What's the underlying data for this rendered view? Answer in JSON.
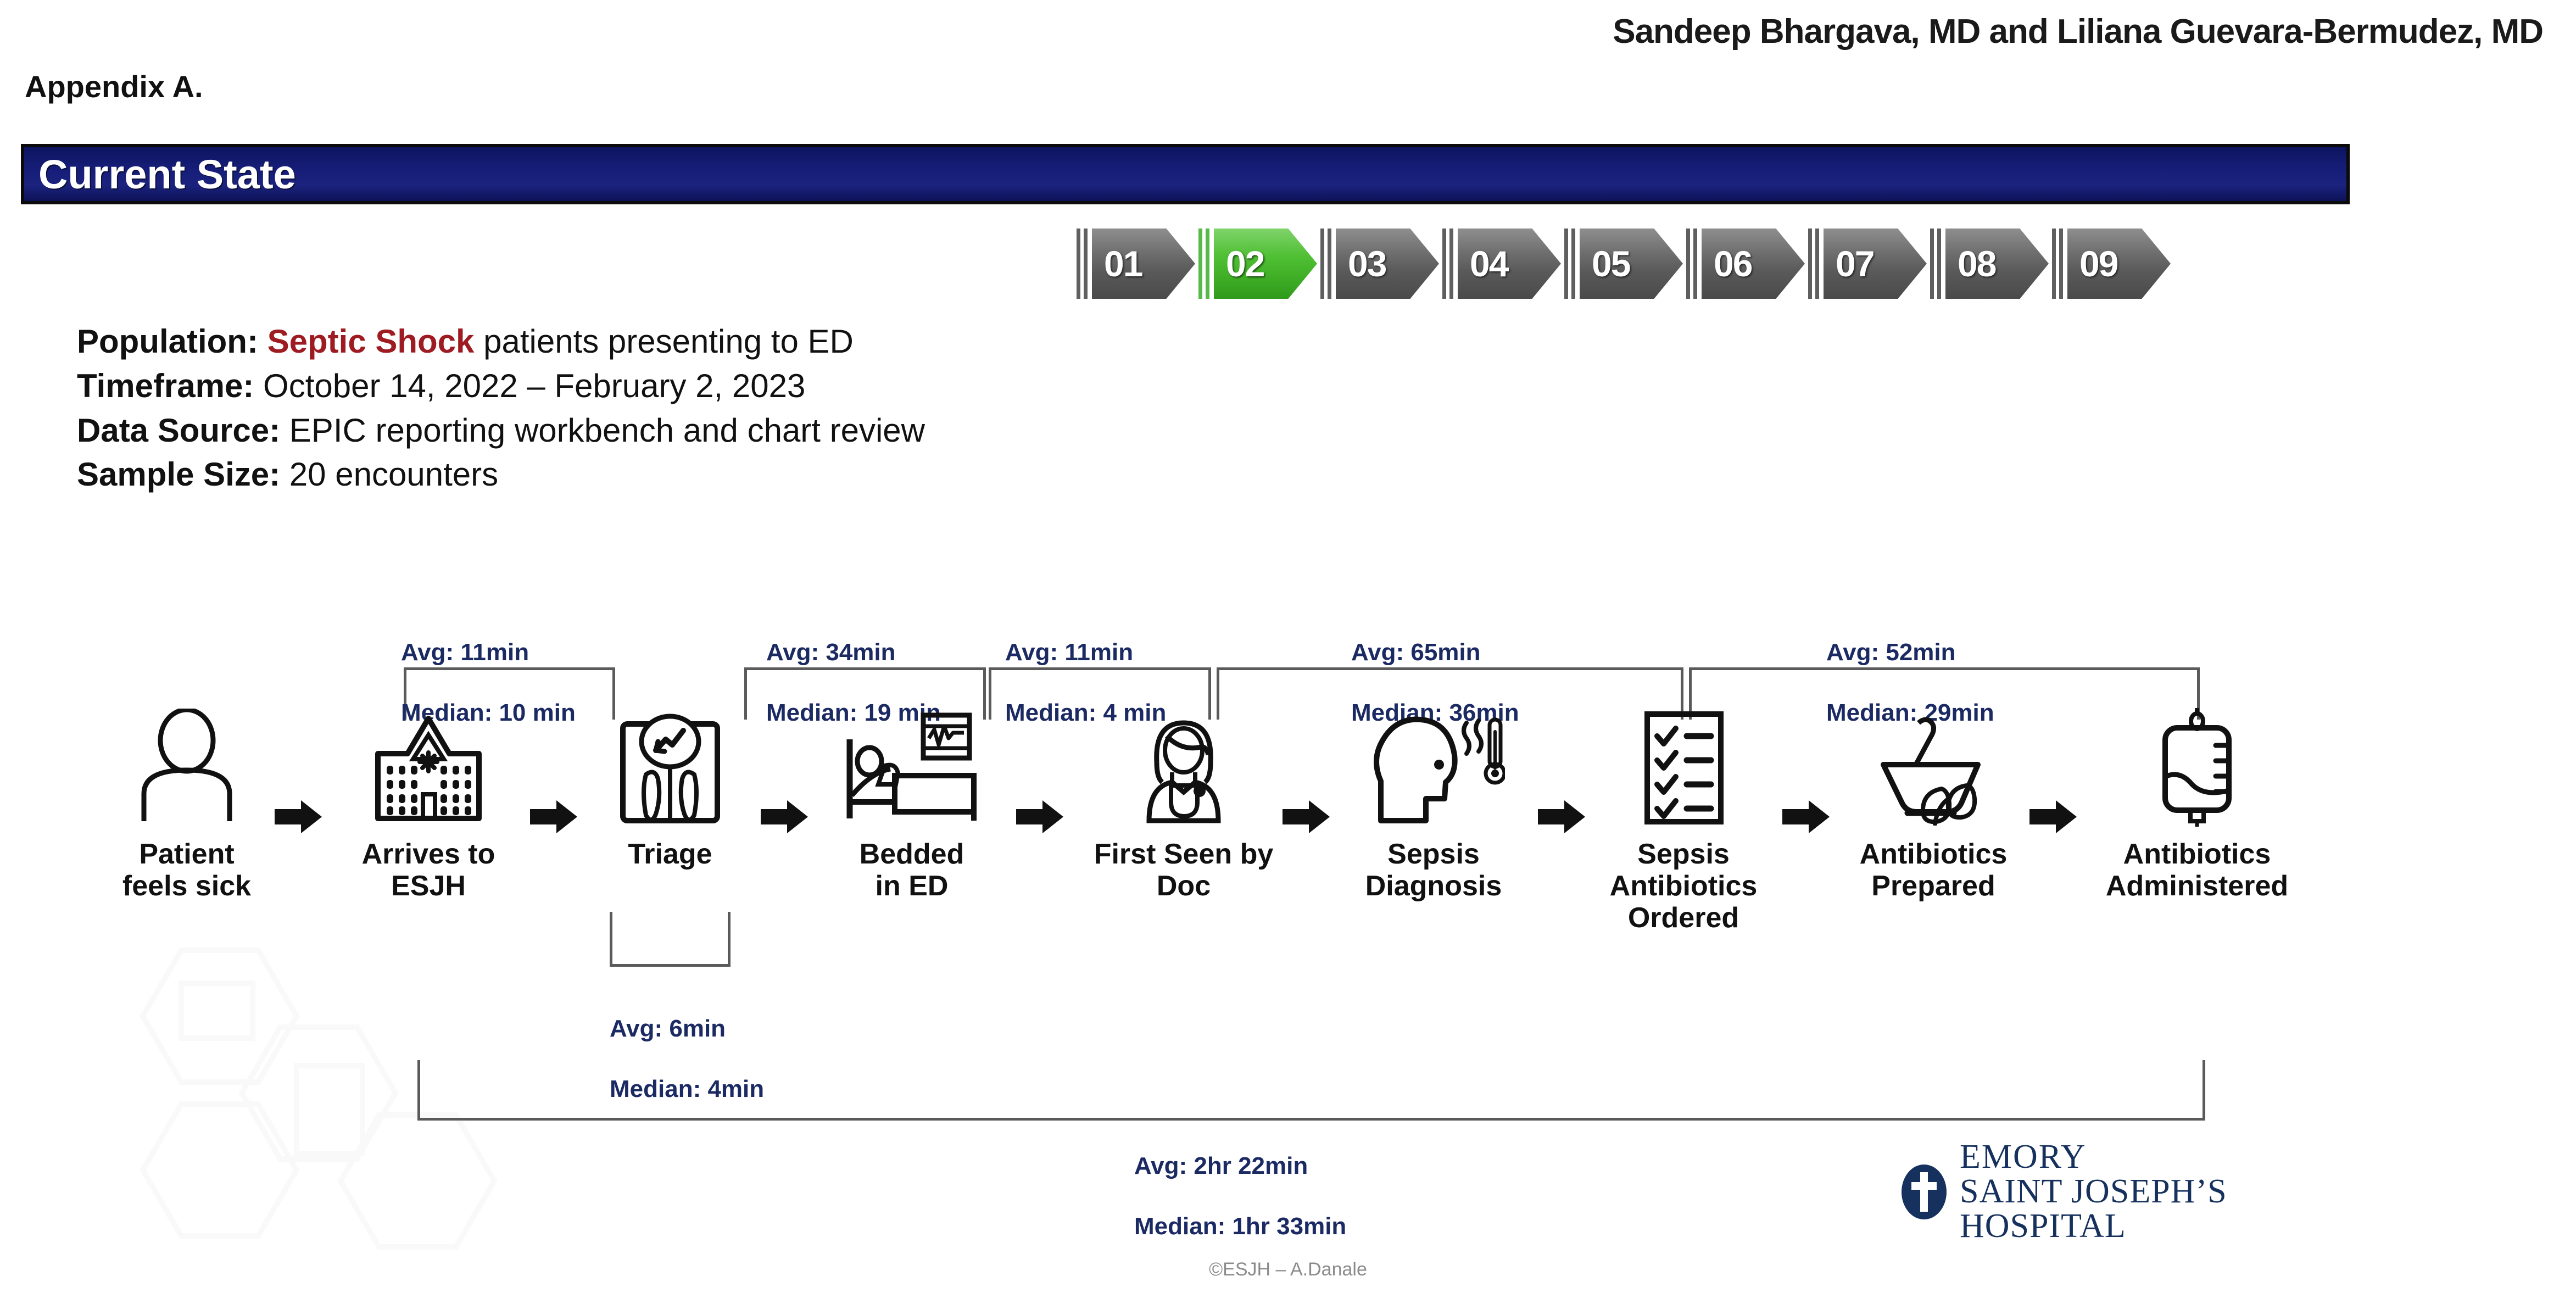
{
  "header": {
    "authors": "Sandeep Bhargava, MD and Liliana Guevara-Bermudez, MD",
    "appendix": "Appendix A.",
    "title": "Current State"
  },
  "steps_strip": {
    "items": [
      {
        "label": "01",
        "active": false
      },
      {
        "label": "02",
        "active": true
      },
      {
        "label": "03",
        "active": false
      },
      {
        "label": "04",
        "active": false
      },
      {
        "label": "05",
        "active": false
      },
      {
        "label": "06",
        "active": false
      },
      {
        "label": "07",
        "active": false
      },
      {
        "label": "08",
        "active": false
      },
      {
        "label": "09",
        "active": false
      }
    ],
    "active_index": 1,
    "active_color": "#4fbf33",
    "inactive_color": "#6e6e6e"
  },
  "meta": {
    "population_label": "Population:",
    "population_highlight": "Septic Shock",
    "population_rest": " patients presenting to ED",
    "timeframe_label": "Timeframe:",
    "timeframe_value": " October 14, 2022 – February 2, 2023",
    "datasource_label": "Data Source:",
    "datasource_value": " EPIC reporting workbench and chart review",
    "samplesize_label": "Sample Size:",
    "samplesize_value": " 20 encounters",
    "highlight_color": "#9e1b22"
  },
  "flow": {
    "steps": [
      {
        "label": "Patient\nfeels sick",
        "icon": "person-icon"
      },
      {
        "label": "Arrives to\nESJH",
        "icon": "hospital-building-icon"
      },
      {
        "label": "Triage",
        "icon": "weight-scale-icon"
      },
      {
        "label": "Bedded\nin ED",
        "icon": "hospital-bed-monitor-icon"
      },
      {
        "label": "First Seen by\nDoc",
        "icon": "doctor-stethoscope-icon"
      },
      {
        "label": "Sepsis\nDiagnosis",
        "icon": "feverish-head-thermometer-icon"
      },
      {
        "label": "Sepsis\nAntibiotics\nOrdered",
        "icon": "checklist-icon"
      },
      {
        "label": "Antibiotics\nPrepared",
        "icon": "mortar-pestle-icon"
      },
      {
        "label": "Antibiotics\nAdministered",
        "icon": "iv-bag-icon"
      }
    ],
    "timings": [
      {
        "id": "arrive-to-triage",
        "avg": "Avg: 11min",
        "median": "Median: 10 min"
      },
      {
        "id": "triage-internal",
        "avg": "Avg: 6min",
        "median": "Median: 4min"
      },
      {
        "id": "triage-to-bedded",
        "avg": "Avg: 34min",
        "median": "Median: 19 min"
      },
      {
        "id": "bedded-to-doc",
        "avg": "Avg: 11min",
        "median": "Median: 4 min"
      },
      {
        "id": "doc-to-ordered",
        "avg": "Avg: 65min",
        "median": "Median: 36min"
      },
      {
        "id": "ordered-to-administered",
        "avg": "Avg: 52min",
        "median": "Median: 29min"
      },
      {
        "id": "total-door-to-antibiotics",
        "avg": "Avg: 2hr 22min",
        "median": "Median: 1hr 33min"
      }
    ],
    "timing_color": "#1b2a63"
  },
  "logo": {
    "line1": "EMORY",
    "line2": "SAINT JOSEPH’S",
    "line3": "HOSPITAL",
    "color": "#16315e"
  },
  "footer": {
    "credit": "©ESJH – A.Danale"
  }
}
